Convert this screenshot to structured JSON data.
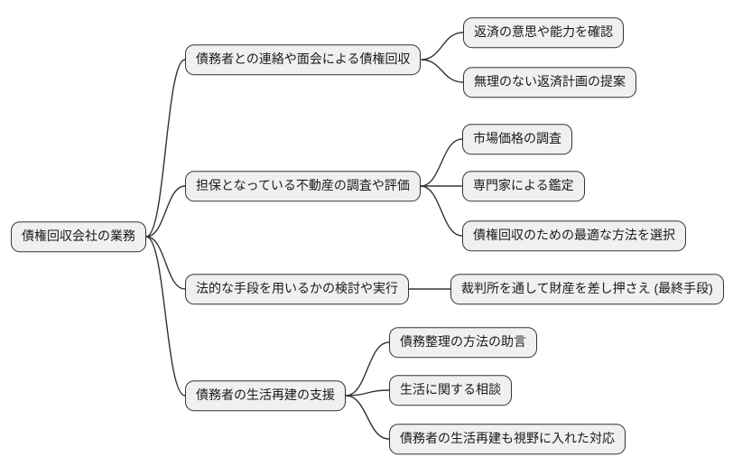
{
  "diagram": {
    "type": "mindmap",
    "root": {
      "label": "債権回収会社の業務"
    },
    "branches": [
      {
        "label": "債務者との連絡や面会による債権回収",
        "children": [
          {
            "label": "返済の意思や能力を確認"
          },
          {
            "label": "無理のない返済計画の提案"
          }
        ]
      },
      {
        "label": "担保となっている不動産の調査や評価",
        "children": [
          {
            "label": "市場価格の調査"
          },
          {
            "label": "専門家による鑑定"
          },
          {
            "label": "債権回収のための最適な方法を選択"
          }
        ]
      },
      {
        "label": "法的な手段を用いるかの検討や実行",
        "children": [
          {
            "label": "裁判所を通して財産を差し押さえ (最終手段)"
          }
        ]
      },
      {
        "label": "債務者の生活再建の支援",
        "children": [
          {
            "label": "債務整理の方法の助言"
          },
          {
            "label": "生活に関する相談"
          },
          {
            "label": "債務者の生活再建も視野に入れた対応"
          }
        ]
      }
    ]
  },
  "colors": {
    "background": "#ffffff",
    "node_fill": "#f0f0f0",
    "node_border": "#333333",
    "edge": "#333333",
    "text": "#1a1a1a"
  }
}
